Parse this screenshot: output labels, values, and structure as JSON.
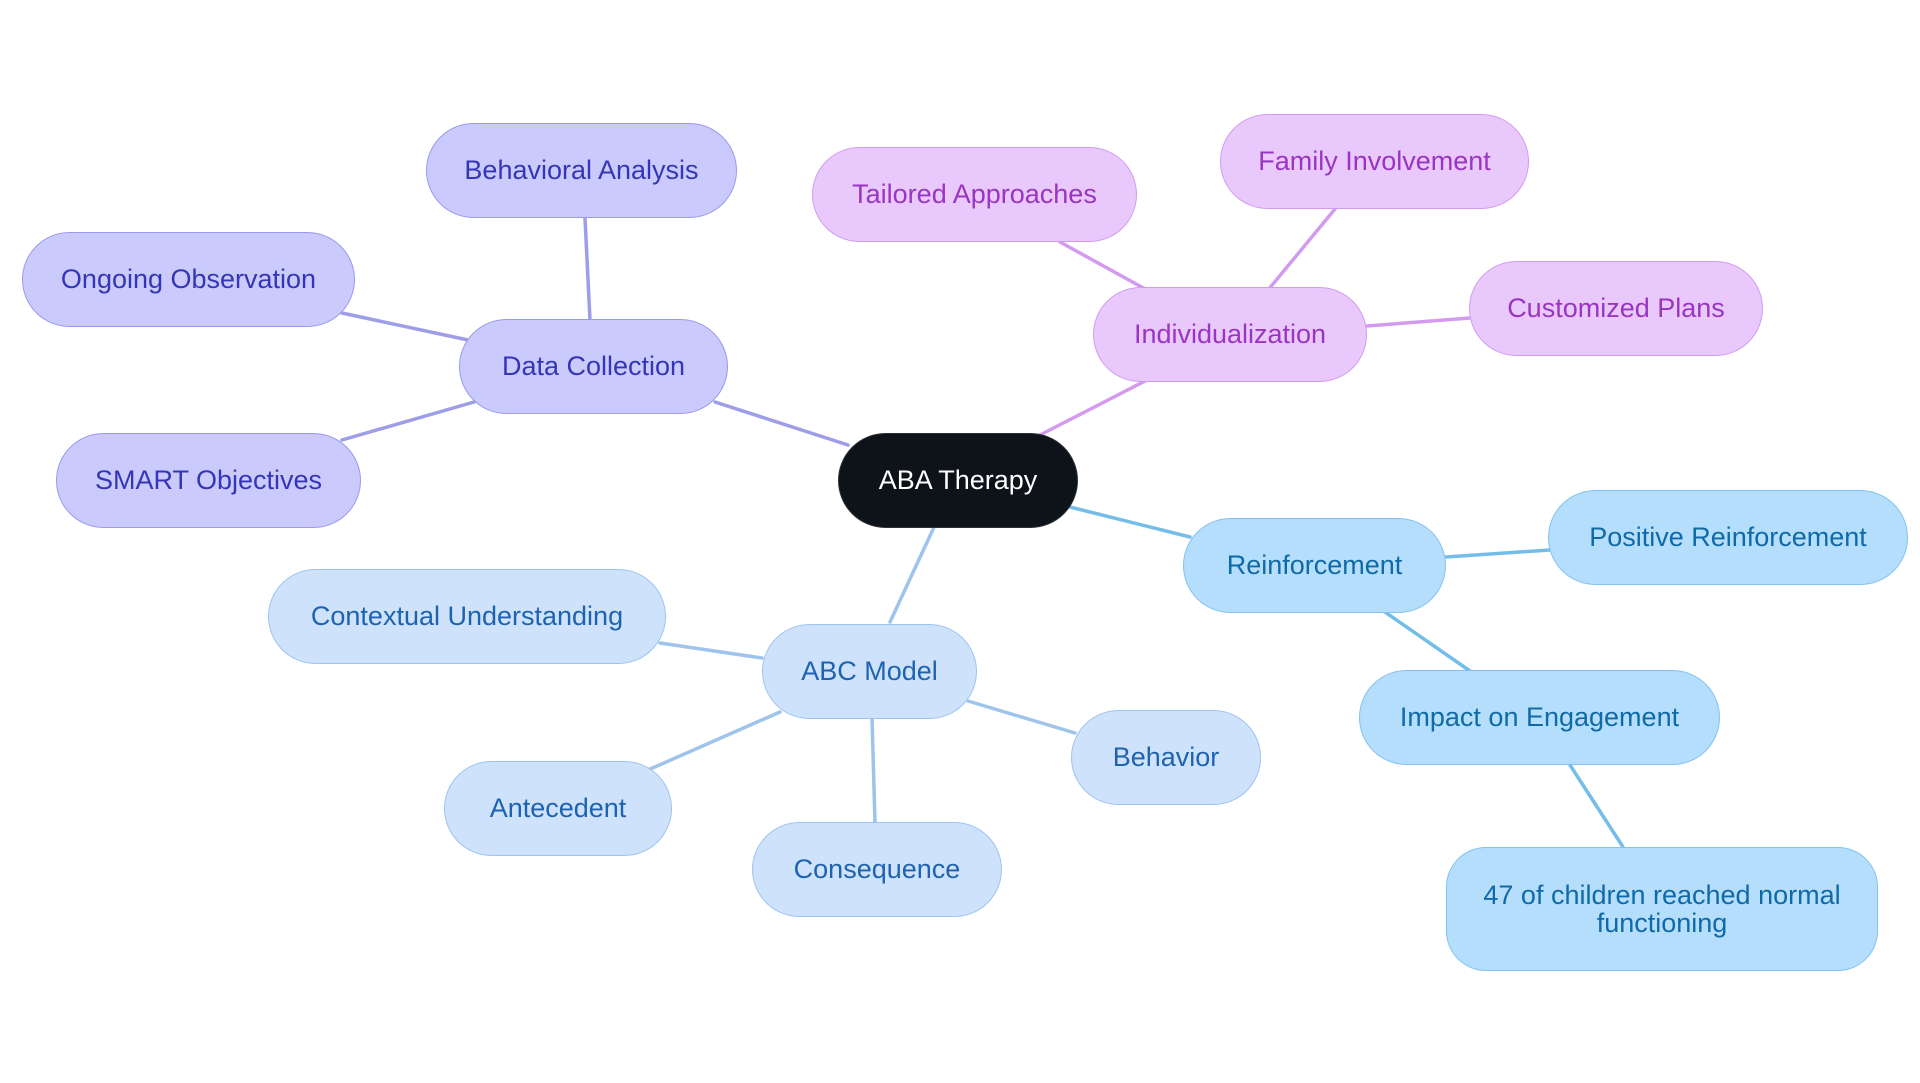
{
  "colors": {
    "data_edge": "#9d9de8",
    "indiv_edge": "#d39bf0",
    "abc_edge": "#9ec4ec",
    "reinf_edge": "#74bde9"
  },
  "mindmap": {
    "root": "ABA Therapy",
    "data_collection": {
      "label": "Data Collection",
      "children": [
        "Behavioral Analysis",
        "Ongoing Observation",
        "SMART Objectives"
      ]
    },
    "individualization": {
      "label": "Individualization",
      "children": [
        "Tailored Approaches",
        "Family Involvement",
        "Customized Plans"
      ]
    },
    "abc_model": {
      "label": "ABC Model",
      "children": [
        "Contextual Understanding",
        "Antecedent",
        "Consequence",
        "Behavior"
      ]
    },
    "reinforcement": {
      "label": "Reinforcement",
      "children": [
        "Positive Reinforcement",
        "Impact on Engagement"
      ],
      "impact_child": "47 of children reached normal functioning"
    }
  }
}
